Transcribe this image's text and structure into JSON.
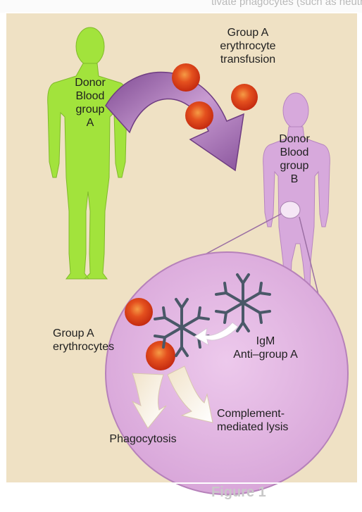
{
  "page_fragments": {
    "top_text": "tivate phagocytes (such as neutrophils and",
    "bottom_text": "Figure 1"
  },
  "labels": {
    "transfusion": [
      "Group A",
      "erythrocyte",
      "transfusion"
    ],
    "donor_a": [
      "Donor",
      "Blood",
      "group",
      "A"
    ],
    "donor_b": [
      "Donor",
      "Blood",
      "group",
      "B"
    ],
    "group_a_erythrocytes": [
      "Group A",
      "erythrocytes"
    ],
    "igm": [
      "IgM",
      "Anti–group A"
    ],
    "complement": [
      "Complement-",
      "mediated lysis"
    ],
    "phagocytosis": "Phagocytosis"
  },
  "colors": {
    "background": "#efe1c4",
    "donor_a_figure": "#9fe33a",
    "donor_b_figure": "#d6a7dc",
    "arrow": "#a36ab4",
    "circle": "#e0b4e0",
    "erythrocyte": "#e0431c",
    "antibody": "#4a5868"
  }
}
